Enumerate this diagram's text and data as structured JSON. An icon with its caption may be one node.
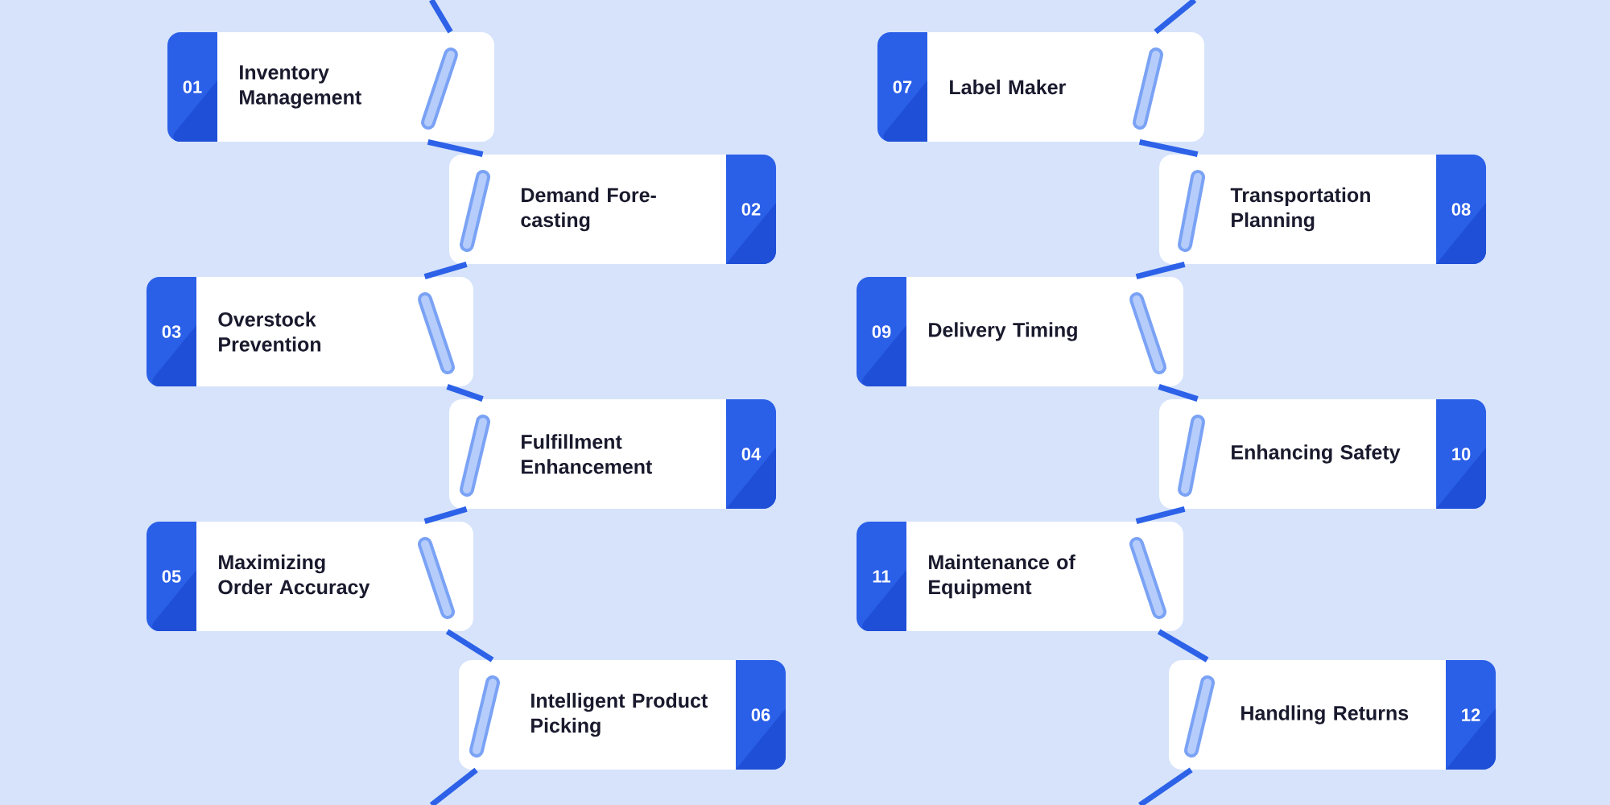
{
  "diagram": {
    "nodes": [
      {
        "text": [
          "01",
          "Inventory Management"
        ]
      },
      {
        "text": [
          "Demand Fore-casting",
          "02"
        ]
      },
      {
        "text": [
          "03",
          "Overstock Prevention"
        ]
      },
      {
        "text": [
          "Fulfillment Enhancement",
          "04"
        ]
      },
      {
        "text": [
          "05",
          "Maximizing Order Accuracy"
        ]
      },
      {
        "text": [
          "Intelligent Product Picking",
          "06"
        ]
      },
      {
        "text": [
          "07",
          "Label Maker"
        ]
      },
      {
        "text": [
          "Transportation Planning",
          "08"
        ]
      },
      {
        "text": [
          "09",
          "Delivery Timing"
        ]
      },
      {
        "text": [
          "Enhancing Safety",
          "10"
        ]
      },
      {
        "text": [
          "11",
          "Maintenance of Equipment"
        ]
      },
      {
        "text": [
          "Handling Returns",
          "12"
        ]
      }
    ],
    "edges": [
      {
        "from": null,
        "to": 0,
        "arrow": "none"
      },
      {
        "from": 0,
        "to": 1,
        "arrow": "none"
      },
      {
        "from": 1,
        "to": 2,
        "arrow": "none"
      },
      {
        "from": 2,
        "to": 3,
        "arrow": "none"
      },
      {
        "from": 3,
        "to": 4,
        "arrow": "none"
      },
      {
        "from": 4,
        "to": 5,
        "arrow": "none"
      },
      {
        "from": 5,
        "to": null,
        "arrow": "none"
      },
      {
        "from": null,
        "to": 6,
        "arrow": "none"
      },
      {
        "from": 6,
        "to": 7,
        "arrow": "none"
      },
      {
        "from": 7,
        "to": 8,
        "arrow": "none"
      },
      {
        "from": 8,
        "to": 9,
        "arrow": "none"
      },
      {
        "from": 9,
        "to": 10,
        "arrow": "none"
      },
      {
        "from": 10,
        "to": 11,
        "arrow": "none"
      },
      {
        "from": 11,
        "to": null,
        "arrow": "none"
      }
    ]
  }
}
